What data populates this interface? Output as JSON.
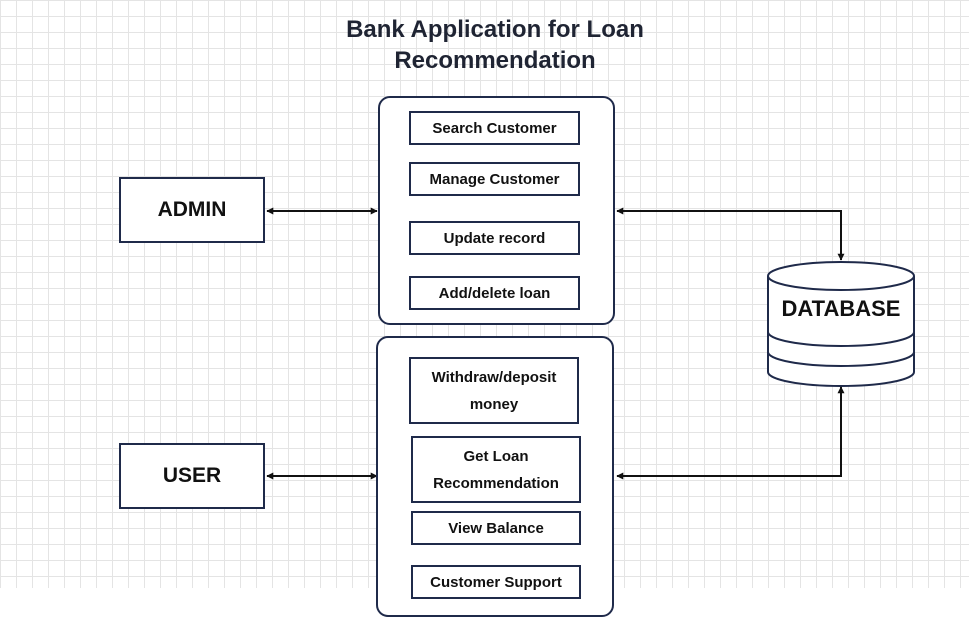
{
  "title": "Bank Application for Loan Recommendation",
  "actors": {
    "admin": "ADMIN",
    "user": "USER"
  },
  "admin_functions": [
    "Search Customer",
    "Manage Customer",
    "Update record",
    "Add/delete loan"
  ],
  "user_functions": [
    "Withdraw/deposit money",
    "Get Loan Recommendation",
    "View Balance",
    "Customer Support"
  ],
  "database": "DATABASE",
  "colors": {
    "stroke": "#1f2a4a",
    "arrow": "#111111",
    "grid": "#e4e4e4"
  }
}
